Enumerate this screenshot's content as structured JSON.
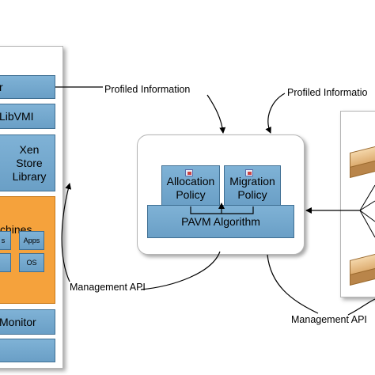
{
  "left_stack": {
    "top_box": "r",
    "libvmi": "LibVMI",
    "xenstore": "Xen\nStore\nLibrary",
    "vms_title": "chines",
    "vm_left_top": "s",
    "vm_right_top": "Apps",
    "vm_right_bottom": "OS",
    "monitor": "Monitor"
  },
  "center": {
    "allocation_policy": "Allocation\nPolicy",
    "migration_policy": "Migration\nPolicy",
    "pavm_algorithm": "PAVM Algorithm"
  },
  "labels": {
    "profiled_info_left": "Profiled Information",
    "profiled_info_right": "Profiled Informatio",
    "mgmt_api_left": "Management API",
    "mgmt_api_right": "Management API"
  },
  "colors": {
    "box_blue": "#6a9fc6",
    "box_orange": "#f5a23c",
    "server_tan": "#d9a566"
  }
}
